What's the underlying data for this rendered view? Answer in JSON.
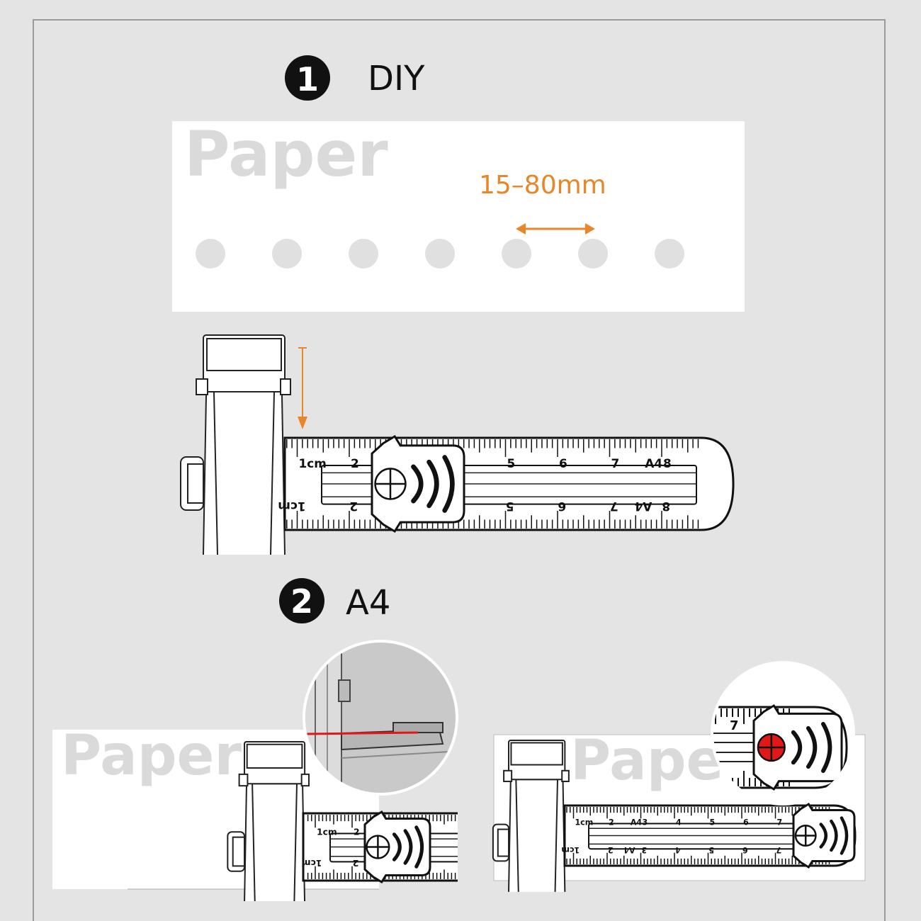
{
  "colors": {
    "background": "#e4e4e4",
    "paper": "#ffffff",
    "accent": "#e8862a",
    "ink": "#111111",
    "highlight": "#e01818"
  },
  "step1": {
    "number": "1",
    "title": "DIY"
  },
  "step1_paper": {
    "label": "Paper",
    "range_label": "15–80mm",
    "hole_count": 7
  },
  "step2": {
    "number": "2",
    "title": "A4"
  },
  "step2_left": {
    "paper_label": "Paper"
  },
  "step2_right": {
    "paper_label": "Paper"
  },
  "ruler_main": {
    "labels": [
      "1cm",
      "2",
      "5",
      "6",
      "7",
      "A4",
      "8"
    ]
  },
  "ruler_small_left": {
    "labels": [
      "1cm",
      "2"
    ]
  },
  "ruler_small_right": {
    "labels": [
      "1cm",
      "2",
      "A4",
      "3",
      "4",
      "5",
      "6",
      "7"
    ]
  },
  "magnifier_right": {
    "labels": [
      "7"
    ]
  }
}
